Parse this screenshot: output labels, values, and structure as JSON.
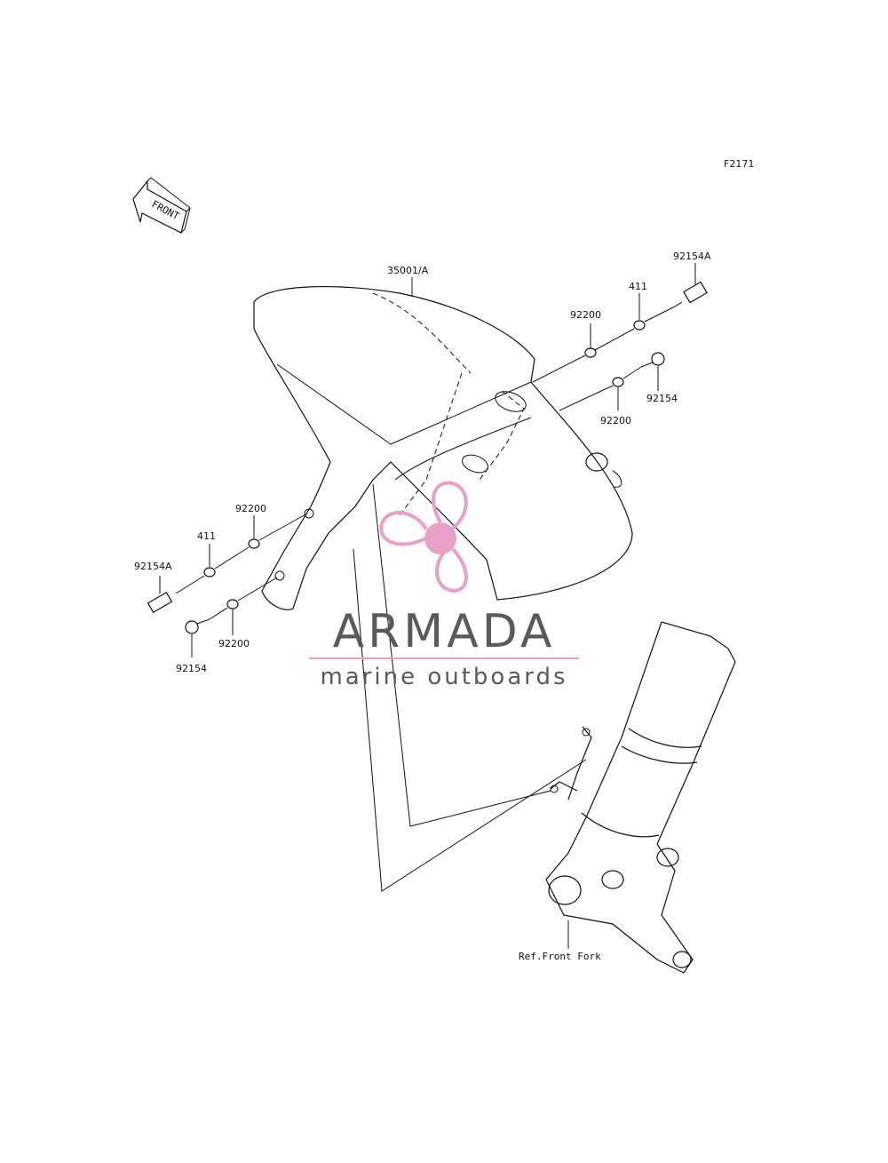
{
  "diagram": {
    "code": "F2171",
    "front_arrow_text": "FRONT",
    "labels": {
      "fender": "35001/A",
      "bolt_a_right": "92154A",
      "washer_411_right": "411",
      "washer_92200_right_upper": "92200",
      "bolt_right": "92154",
      "washer_92200_right_lower": "92200",
      "washer_92200_left_upper": "92200",
      "washer_411_left": "411",
      "bolt_a_left": "92154A",
      "bolt_left": "92154",
      "washer_92200_left_lower": "92200",
      "ref_front_fork": "Ref.Front Fork"
    }
  },
  "watermark": {
    "title": "ARMADA",
    "subtitle": "marine outboards",
    "accent_color": "#e8a0c8",
    "text_color": "#5a5a5a"
  }
}
